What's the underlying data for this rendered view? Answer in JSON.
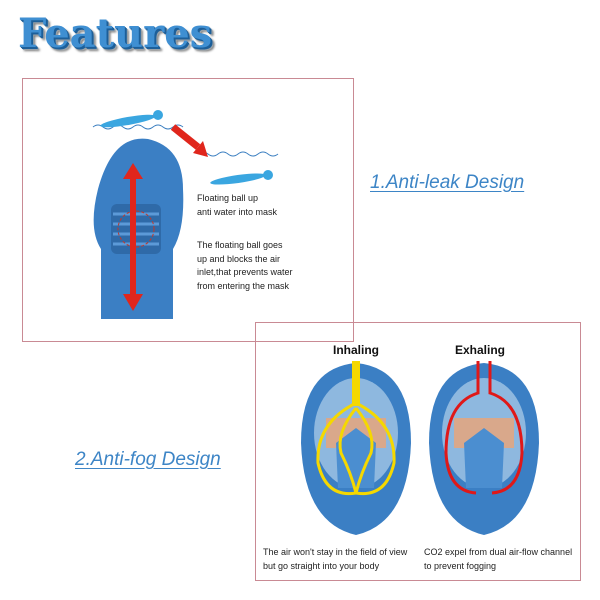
{
  "title": "Features",
  "anti_leak": {
    "heading": "1.Anti-leak Design",
    "caption1": [
      "Floating  ball up",
      "anti water into mask"
    ],
    "caption2": [
      "The floating ball goes",
      "up and  blocks the air",
      "inlet,that prevents water",
      "from entering the mask"
    ]
  },
  "anti_fog": {
    "heading": "2.Anti-fog Design",
    "inhaling": {
      "label": "Inhaling",
      "caption": [
        "The air won't stay in the field of view",
        "but go straight into your body"
      ]
    },
    "exhaling": {
      "label": "Exhaling",
      "caption": [
        "CO2 expel from dual air-flow channel",
        "to prevent fogging"
      ]
    }
  },
  "colors": {
    "accent": "#3d85c6",
    "mask": "#3b7fc4",
    "border": "#c98a94",
    "inhale": "#f5d800",
    "exhale": "#e01818"
  }
}
